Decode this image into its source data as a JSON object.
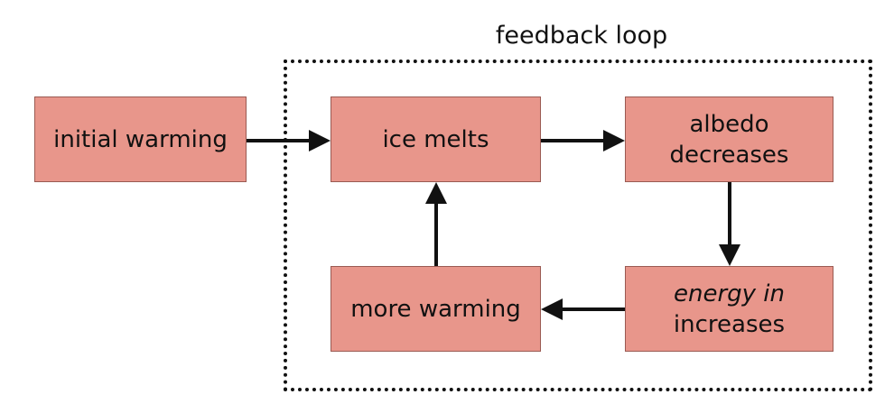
{
  "diagram": {
    "title": "feedback loop",
    "nodes": {
      "initial_warming": {
        "label": "initial warming"
      },
      "ice_melts": {
        "label": "ice melts"
      },
      "albedo_decreases": {
        "line1": "albedo",
        "line2": "decreases"
      },
      "energy_in_increases": {
        "line1": "energy in",
        "line2": "increases"
      },
      "more_warming": {
        "label": "more warming"
      }
    },
    "edges": [
      {
        "from": "initial warming",
        "to": "ice melts"
      },
      {
        "from": "ice melts",
        "to": "albedo decreases"
      },
      {
        "from": "albedo decreases",
        "to": "energy in increases"
      },
      {
        "from": "energy in increases",
        "to": "more warming"
      },
      {
        "from": "more warming",
        "to": "ice melts"
      }
    ],
    "colors": {
      "node_fill": "#e8968b",
      "arrow": "#111111"
    }
  }
}
